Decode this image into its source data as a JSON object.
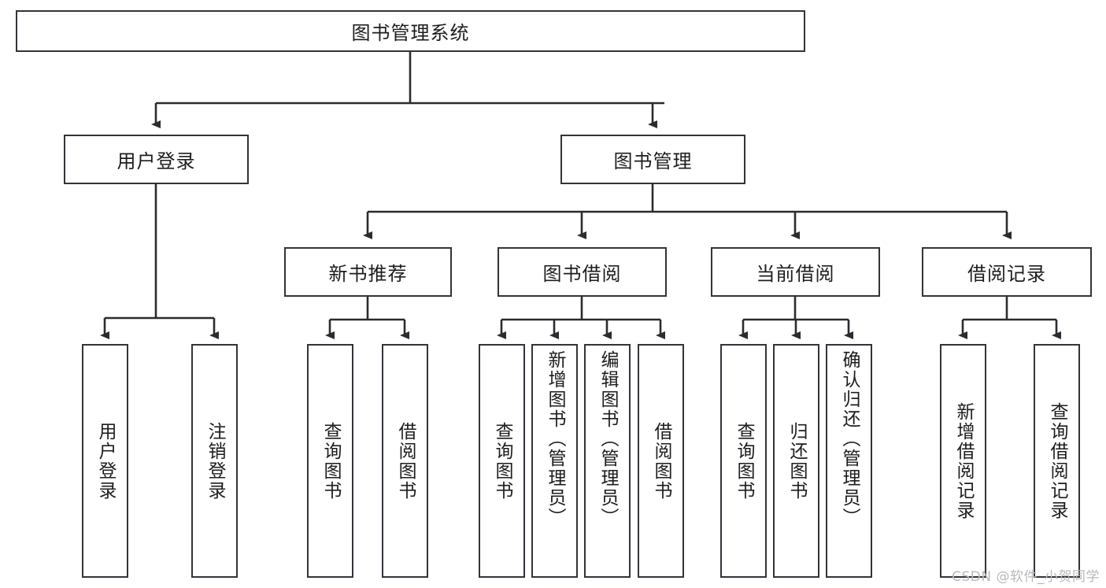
{
  "diagram": {
    "title": "图书管理系统",
    "type": "tree-hierarchy",
    "watermark": "CSDN @软件_小贺同学",
    "colors": {
      "box_border": "#33333a",
      "box_fill": "#ffffff",
      "connector": "#2b2b30",
      "text": "#1d1d20",
      "watermark": "#b9b9bd"
    },
    "root": {
      "label": "图书管理系统"
    },
    "level2": [
      {
        "label": "用户登录"
      },
      {
        "label": "图书管理"
      }
    ],
    "level3": [
      {
        "label": "新书推荐"
      },
      {
        "label": "图书借阅"
      },
      {
        "label": "当前借阅"
      },
      {
        "label": "借阅记录"
      }
    ],
    "leaves": {
      "user_login": [
        {
          "label": "用户登录"
        },
        {
          "label": "注销登录"
        }
      ],
      "new_book_recommend": [
        {
          "label": "查询图书"
        },
        {
          "label": "借阅图书"
        }
      ],
      "book_borrow": [
        {
          "label": "查询图书"
        },
        {
          "label": "新增图书（管理员）"
        },
        {
          "label": "编辑图书（管理员）"
        },
        {
          "label": "借阅图书"
        }
      ],
      "current_borrow": [
        {
          "label": "查询图书"
        },
        {
          "label": "归还图书"
        },
        {
          "label": "确认归还（管理员）"
        }
      ],
      "borrow_record": [
        {
          "label": "新增借阅记录"
        },
        {
          "label": "查询借阅记录"
        }
      ]
    }
  }
}
